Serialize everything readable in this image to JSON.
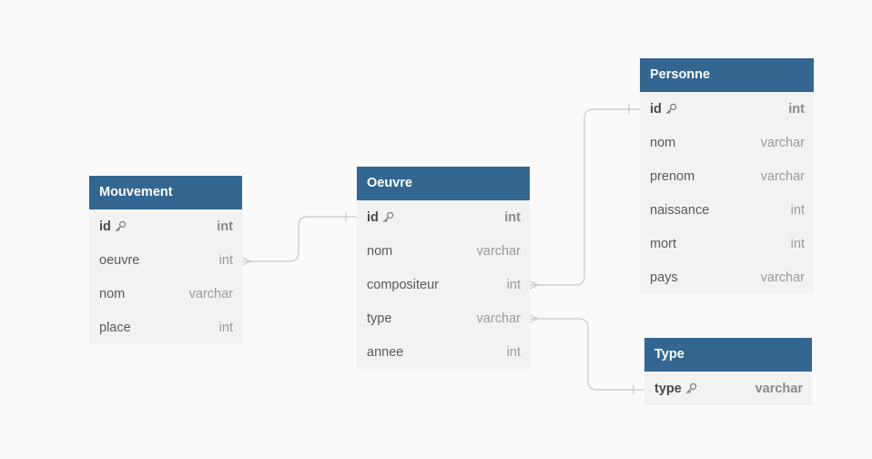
{
  "tables": [
    {
      "name": "Mouvement",
      "columns": [
        {
          "name": "id",
          "type": "int",
          "pk": true
        },
        {
          "name": "oeuvre",
          "type": "int",
          "pk": false
        },
        {
          "name": "nom",
          "type": "varchar",
          "pk": false
        },
        {
          "name": "place",
          "type": "int",
          "pk": false
        }
      ]
    },
    {
      "name": "Oeuvre",
      "columns": [
        {
          "name": "id",
          "type": "int",
          "pk": true
        },
        {
          "name": "nom",
          "type": "varchar",
          "pk": false
        },
        {
          "name": "compositeur",
          "type": "int",
          "pk": false
        },
        {
          "name": "type",
          "type": "varchar",
          "pk": false
        },
        {
          "name": "annee",
          "type": "int",
          "pk": false
        }
      ]
    },
    {
      "name": "Personne",
      "columns": [
        {
          "name": "id",
          "type": "int",
          "pk": true
        },
        {
          "name": "nom",
          "type": "varchar",
          "pk": false
        },
        {
          "name": "prenom",
          "type": "varchar",
          "pk": false
        },
        {
          "name": "naissance",
          "type": "int",
          "pk": false
        },
        {
          "name": "mort",
          "type": "int",
          "pk": false
        },
        {
          "name": "pays",
          "type": "varchar",
          "pk": false
        }
      ]
    },
    {
      "name": "Type",
      "columns": [
        {
          "name": "type",
          "type": "varchar",
          "pk": true
        }
      ]
    }
  ],
  "relationships": [
    {
      "from_table": "Mouvement",
      "from_column": "oeuvre",
      "from_cardinality": "many",
      "to_table": "Oeuvre",
      "to_column": "id",
      "to_cardinality": "one"
    },
    {
      "from_table": "Oeuvre",
      "from_column": "compositeur",
      "from_cardinality": "many",
      "to_table": "Personne",
      "to_column": "id",
      "to_cardinality": "one"
    },
    {
      "from_table": "Oeuvre",
      "from_column": "type",
      "from_cardinality": "many",
      "to_table": "Type",
      "to_column": "type",
      "to_cardinality": "one"
    }
  ],
  "colors": {
    "header": "#336791",
    "header_text": "#ffffff",
    "table_body": "#f2f2f2",
    "background": "#fafafa",
    "connector": "#c8c8c8"
  },
  "icons": {
    "primary_key": "key-icon"
  }
}
